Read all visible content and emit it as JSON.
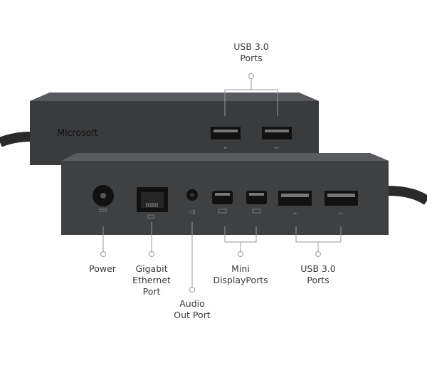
{
  "brand": "Microsoft",
  "callouts": {
    "top_usb": {
      "line1": "USB 3.0",
      "line2": "Ports"
    },
    "power": {
      "line1": "Power"
    },
    "ethernet": {
      "line1": "Gigabit",
      "line2": "Ethernet",
      "line3": "Port"
    },
    "audio": {
      "line1": "Audio",
      "line2": "Out Port"
    },
    "mini_dp": {
      "line1": "Mini",
      "line2": "DisplayPorts"
    },
    "usb": {
      "line1": "USB 3.0",
      "line2": "Ports"
    }
  },
  "colors": {
    "dock": "#3d3e40",
    "dock_top": "#56575a",
    "port": "#141414",
    "leader": "#9a9a9a",
    "text": "#3a3a3a"
  }
}
